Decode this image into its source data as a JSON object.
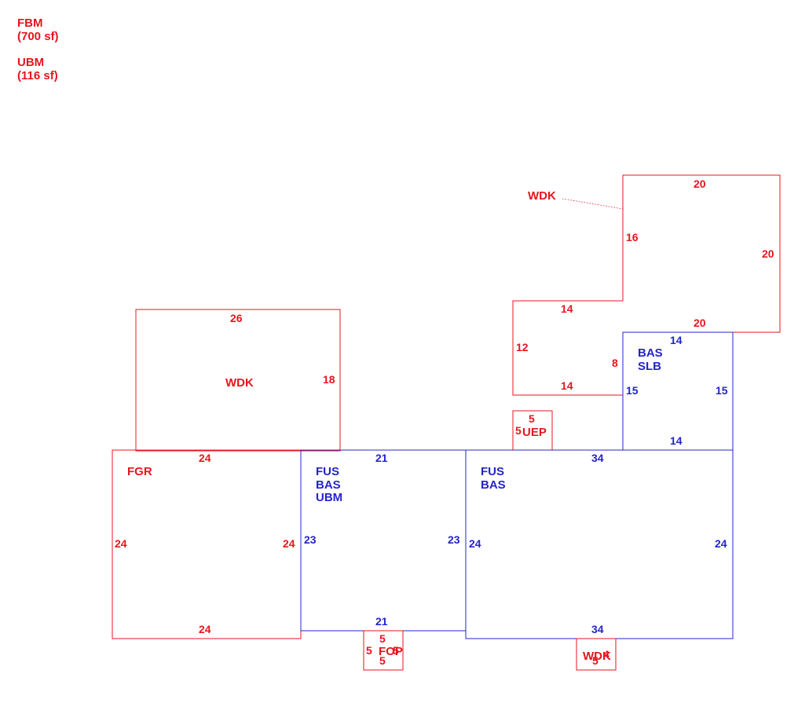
{
  "legend": {
    "fbm_label": "FBM",
    "fbm_area": "(700 sf)",
    "ubm_label": "UBM",
    "ubm_area": "(116 sf)"
  },
  "colors": {
    "red": "#e8141e",
    "blue": "#2424cc"
  },
  "areas": {
    "wdk_upper_right": {
      "label": "WDK",
      "top": "20",
      "right": "20",
      "bottom": "20",
      "left": "16"
    },
    "ell_left": {
      "top": "14",
      "left": "12",
      "bottom": "14",
      "right": "8"
    },
    "bas_slb": {
      "label1": "BAS",
      "label2": "SLB",
      "top": "14",
      "left": "15",
      "right": "15",
      "bottom": "14"
    },
    "uep": {
      "label": "UEP",
      "top": "5",
      "left": "5"
    },
    "wdk_left": {
      "label": "WDK",
      "top": "26",
      "right": "18"
    },
    "fgr": {
      "label": "FGR",
      "top": "24",
      "left": "24",
      "right": "24",
      "bottom": "24"
    },
    "fus_bas_ubm": {
      "label1": "FUS",
      "label2": "BAS",
      "label3": "UBM",
      "top": "21",
      "left": "23",
      "right": "23",
      "bottom": "21"
    },
    "fus_bas": {
      "label1": "FUS",
      "label2": "BAS",
      "top": "34",
      "left": "24",
      "right": "24",
      "bottom": "34"
    },
    "fop": {
      "label": "FOP",
      "top": "5",
      "left": "5",
      "right": "5",
      "bottom": "5"
    },
    "wdk_bottom": {
      "label": "WDK",
      "side_a": "5",
      "side_b": "4"
    }
  }
}
